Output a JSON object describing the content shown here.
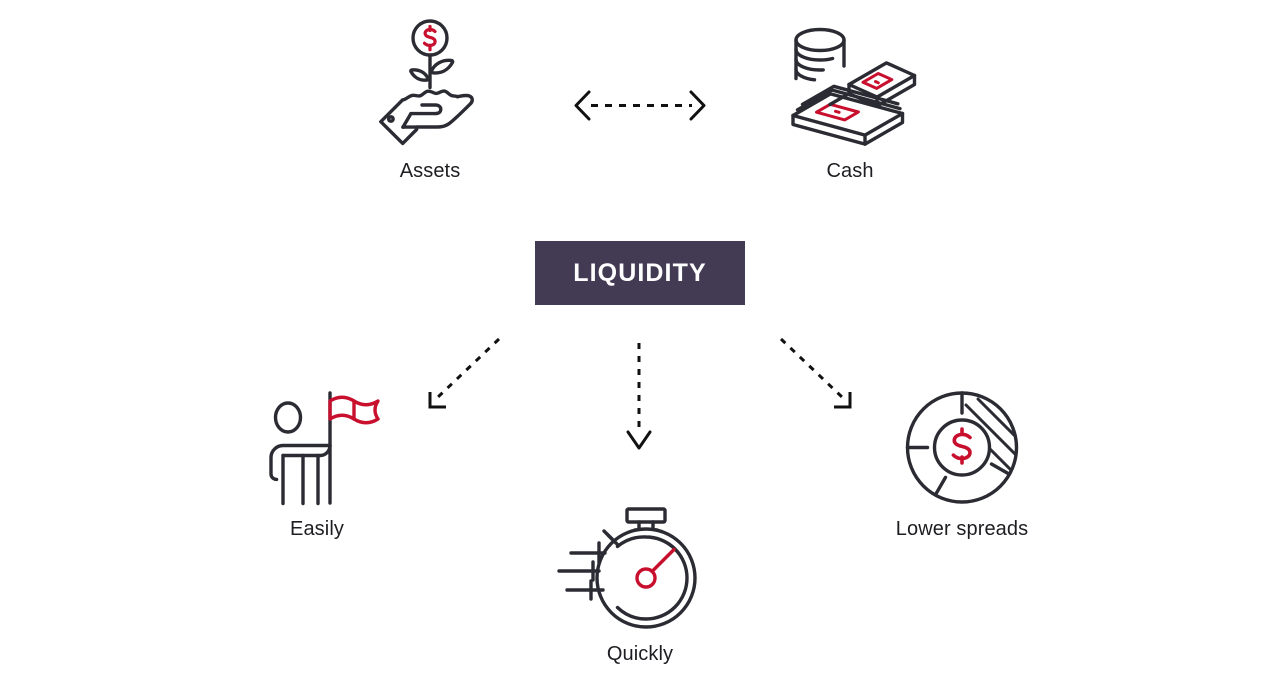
{
  "diagram": {
    "title_box": {
      "label": "LIQUIDITY",
      "fill_color": "#433B54",
      "text_color": "#FFFFFF"
    },
    "palette": {
      "ink": "#2B2B33",
      "accent_red": "#C8102E",
      "background": "#FFFFFF",
      "label_text": "#1D1D22"
    },
    "top_row": [
      {
        "id": "assets",
        "label": "Assets",
        "icon": "hand-holding-money-plant-icon"
      },
      {
        "id": "cash",
        "label": "Cash",
        "icon": "cash-stack-coins-icon"
      }
    ],
    "top_connector": {
      "name": "bidirectional-dashed-arrow",
      "style": "dashed",
      "heads": "both"
    },
    "bottom_row": [
      {
        "id": "easily",
        "label": "Easily",
        "icon": "person-with-flag-icon"
      },
      {
        "id": "quickly",
        "label": "Quickly",
        "icon": "stopwatch-icon"
      },
      {
        "id": "lower-spreads",
        "label": "Lower spreads",
        "icon": "donut-chart-dollar-icon"
      }
    ],
    "bottom_connectors": [
      {
        "name": "arrow-to-easily",
        "direction": "down-left",
        "style": "dashed"
      },
      {
        "name": "arrow-to-quickly",
        "direction": "down",
        "style": "dashed"
      },
      {
        "name": "arrow-to-lower-spreads",
        "direction": "down-right",
        "style": "dashed"
      }
    ]
  }
}
